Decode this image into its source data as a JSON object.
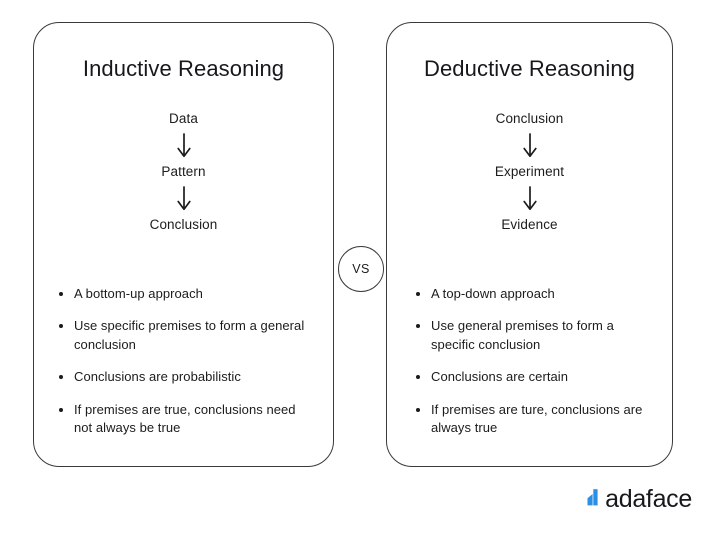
{
  "page": {
    "background": "#ffffff",
    "text_color": "#1c1c1e",
    "border_color": "#3a3a3c",
    "accent_color": "#2b8fe3"
  },
  "comparison": {
    "separator_label": "VS",
    "left": {
      "title": "Inductive Reasoning",
      "flow": [
        {
          "label": "Data"
        },
        {
          "label": "Pattern"
        },
        {
          "label": "Conclusion"
        }
      ],
      "bullets": [
        "A bottom-up approach",
        "Use specific premises to form a general conclusion",
        "Conclusions are probabilistic",
        "If premises are true, conclusions need not always be true"
      ]
    },
    "right": {
      "title": "Deductive Reasoning",
      "flow": [
        {
          "label": "Conclusion"
        },
        {
          "label": "Experiment"
        },
        {
          "label": "Evidence"
        }
      ],
      "bullets": [
        "A top-down approach",
        "Use general premises to form a specific conclusion",
        "Conclusions are certain",
        "If premises are ture, conclusions are always true"
      ]
    }
  },
  "brand": {
    "name": "adaface",
    "mark_icon": "bar-chart-mark-icon",
    "mark_color": "#2b8fe3"
  }
}
